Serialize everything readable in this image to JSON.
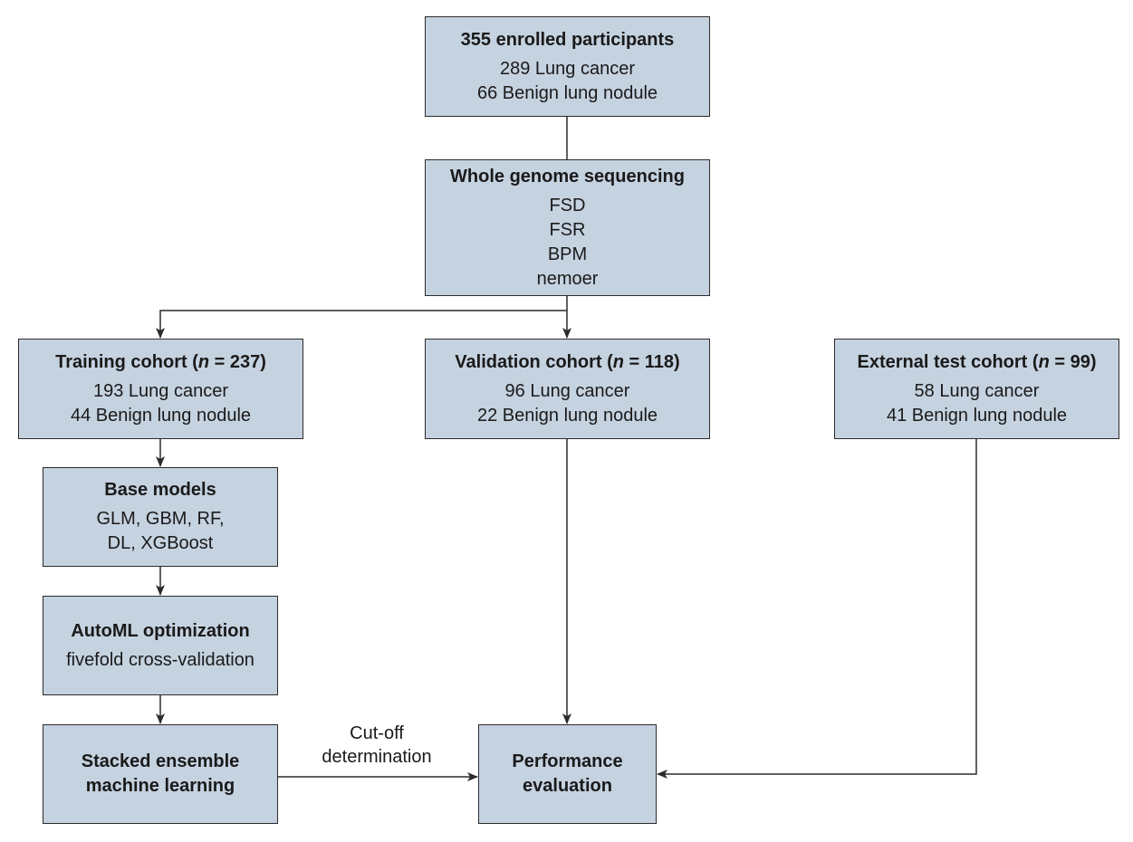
{
  "boxes": {
    "enrolled": {
      "title": "355 enrolled participants",
      "lines": [
        "289 Lung cancer",
        "66 Benign lung nodule"
      ]
    },
    "wgs": {
      "title": "Whole genome sequencing",
      "lines": [
        "FSD",
        "FSR",
        "BPM",
        "nemoer"
      ]
    },
    "training": {
      "title_prefix": "Training cohort (",
      "title_n": "n",
      "title_suffix": " = 237)",
      "lines": [
        "193 Lung cancer",
        "44 Benign lung nodule"
      ]
    },
    "validation": {
      "title_prefix": "Validation cohort (",
      "title_n": "n",
      "title_suffix": " = 118)",
      "lines": [
        "96 Lung cancer",
        "22 Benign lung nodule"
      ]
    },
    "external": {
      "title_prefix": "External test cohort (",
      "title_n": "n",
      "title_suffix": " = 99)",
      "lines": [
        "58 Lung cancer",
        "41 Benign lung nodule"
      ]
    },
    "base_models": {
      "title": "Base models",
      "lines": [
        "GLM, GBM, RF,",
        "DL, XGBoost"
      ]
    },
    "automl": {
      "title": "AutoML optimization",
      "lines": [
        "fivefold cross-validation"
      ]
    },
    "stacked": {
      "title_lines": [
        "Stacked ensemble",
        "machine learning"
      ]
    },
    "performance": {
      "title_lines": [
        "Performance",
        "evaluation"
      ]
    }
  },
  "edge_labels": {
    "cutoff": [
      "Cut-off",
      "determination"
    ]
  },
  "colors": {
    "box_fill": "#c5d2e0",
    "stroke": "#2b2b2b"
  }
}
